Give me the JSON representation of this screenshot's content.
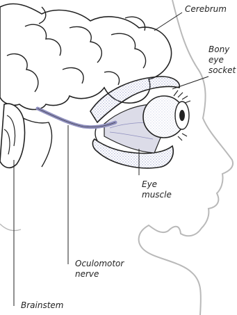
{
  "labels": {
    "cerebrum": "Cerebrum",
    "bony_eye_socket_line1": "Bony",
    "bony_eye_socket_line2": "eye",
    "bony_eye_socket_line3": "socket",
    "eye_muscle_line1": "Eye",
    "eye_muscle_line2": "muscle",
    "oculomotor_nerve_line1": "Oculomotor",
    "oculomotor_nerve_line2": "nerve",
    "brainstem": "Brainstem"
  },
  "colors": {
    "ink": "#222222",
    "face_outline": "#b9b9b9",
    "nerve": "#8f8fbe",
    "stipple": "#9aa0cc",
    "eye_white": "#ffffff"
  }
}
